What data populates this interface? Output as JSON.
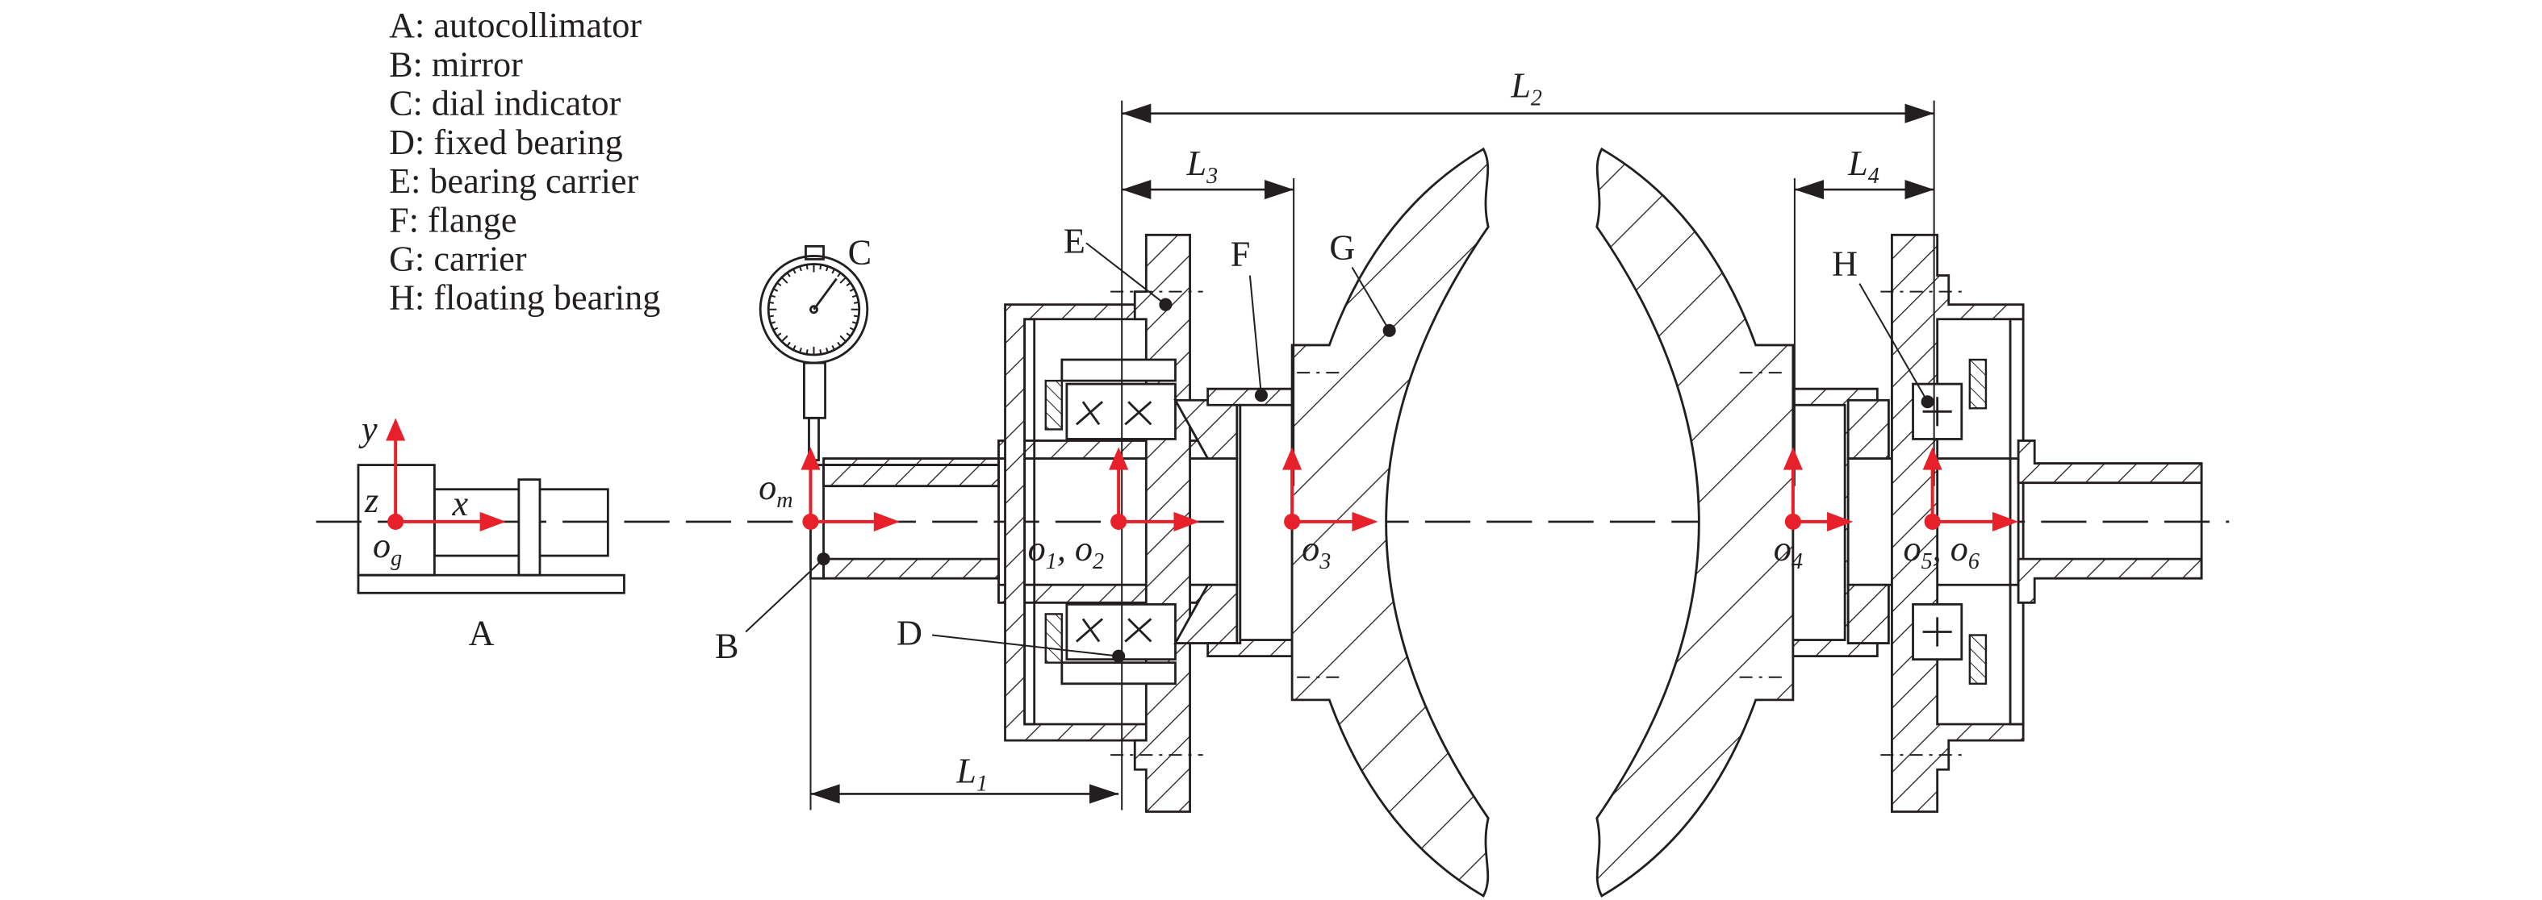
{
  "legend": [
    "A: autocollimator",
    "B: mirror",
    "C: dial indicator",
    "D: fixed bearing",
    "E: bearing carrier",
    "F: flange",
    "G: carrier",
    "H: floating bearing"
  ],
  "labels": {
    "A": "A",
    "B": "B",
    "C": "C",
    "D": "D",
    "E": "E",
    "F": "F",
    "G": "G",
    "H": "H"
  },
  "axes": {
    "x": "x",
    "y": "y",
    "z": "z"
  },
  "origins": {
    "og": {
      "base": "o",
      "sub": "g"
    },
    "om": {
      "base": "o",
      "sub": "m"
    },
    "o12": {
      "a": "o",
      "a_sub": "1",
      "sep": ", ",
      "b": "o",
      "b_sub": "2"
    },
    "o3": {
      "base": "o",
      "sub": "3"
    },
    "o4": {
      "base": "o",
      "sub": "4"
    },
    "o56": {
      "a": "o",
      "a_sub": "5",
      "sep": ", ",
      "b": "o",
      "b_sub": "6"
    }
  },
  "dimensions": {
    "L1": {
      "base": "L",
      "sub": "1"
    },
    "L2": {
      "base": "L",
      "sub": "2"
    },
    "L3": {
      "base": "L",
      "sub": "3"
    },
    "L4": {
      "base": "L",
      "sub": "4"
    }
  },
  "colors": {
    "frame": "#e8202a",
    "line": "#231f20"
  }
}
